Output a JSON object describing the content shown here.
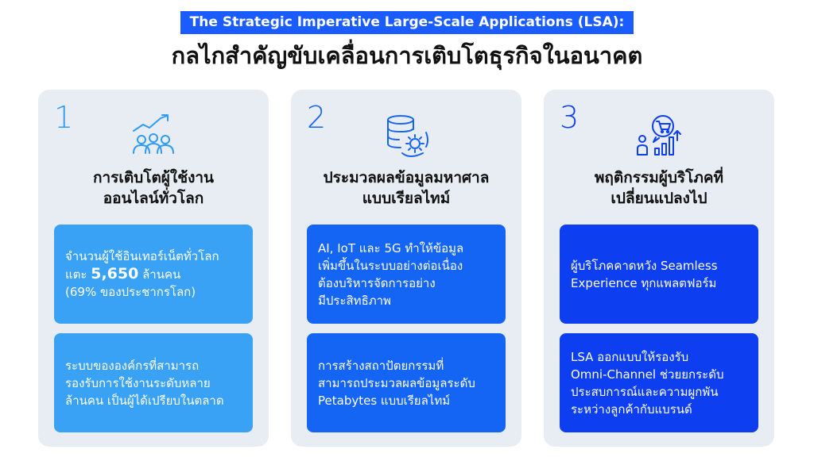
{
  "header": {
    "title_en": "The Strategic Imperative Large-Scale Applications (LSA):",
    "title_th": "กลไกสำคัญขับเคลื่อนการเติบโตธุรกิจในอนาคต"
  },
  "colors": {
    "card_bg": "#e8edf4",
    "card1_accent": "#2f9bf2",
    "card2_accent": "#1565f5",
    "card3_accent": "#0d3ef0",
    "title_bg": "#1a5cff"
  },
  "cards": [
    {
      "number": "1",
      "icon": "growth-users-icon",
      "heading_l1": "การเติบโตผู้ใช้งาน",
      "heading_l2": "ออนไลน์ทั่วโลก",
      "box1_pre": "จำนวนผู้ใช้อินเทอร์เน็ตทั่วโลก\nแตะ ",
      "box1_strong": "5,650",
      "box1_post": " ล้านคน\n(69% ของประชากรโลก)",
      "box2": "ระบบขององค์กรที่สามารถ\nรองรับการใช้งานระดับหลาย\nล้านคน เป็นผู้ได้เปรียบในตลาด"
    },
    {
      "number": "2",
      "icon": "database-gear-icon",
      "heading_l1": "ประมวลผลข้อมูลมหาศาล",
      "heading_l2": "แบบเรียลไทม์",
      "box1": "AI, IoT และ 5G ทำให้ข้อมูล\nเพิ่มขึ้นในระบบอย่างต่อเนื่อง\nต้องบริหารจัดการอย่าง\nมีประสิทธิภาพ",
      "box2": "การสร้างสถาปัตยกรรมที่\nสามารถประมวลผลข้อมูลระดับ\nPetabytes แบบเรียลไทม์"
    },
    {
      "number": "3",
      "icon": "consumer-cart-icon",
      "heading_l1": "พฤติกรรมผู้บริโภคที่",
      "heading_l2": "เปลี่ยนแปลงไป",
      "box1": "ผู้บริโภคคาดหวัง Seamless\nExperience ทุกแพลตฟอร์ม",
      "box2": "LSA ออกแบบให้รองรับ\nOmni-Channel ช่วยยกระดับ\nประสบการณ์และความผูกพัน\nระหว่างลูกค้ากับแบรนด์"
    }
  ]
}
